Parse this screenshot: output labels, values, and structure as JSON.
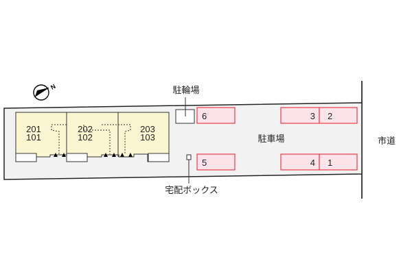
{
  "compass": {
    "icon": "north-arrow-icon",
    "label": "N"
  },
  "site": {
    "lot_fill": "#f2f2f2",
    "building_fill": "#fbf6d2",
    "parking_fill": "#fde4ea",
    "parking_stroke": "#e83c4a"
  },
  "units": [
    {
      "upper": "201",
      "lower": "101"
    },
    {
      "upper": "202",
      "lower": "102"
    },
    {
      "upper": "203",
      "lower": "103"
    }
  ],
  "labels": {
    "bicycle_parking": "駐輪場",
    "parking_lot": "駐車場",
    "delivery_box": "宅配ボックス",
    "city_road": "市道"
  },
  "parking_spaces": [
    {
      "number": "6"
    },
    {
      "number": "5"
    },
    {
      "number": "3"
    },
    {
      "number": "2"
    },
    {
      "number": "4"
    },
    {
      "number": "1"
    }
  ]
}
